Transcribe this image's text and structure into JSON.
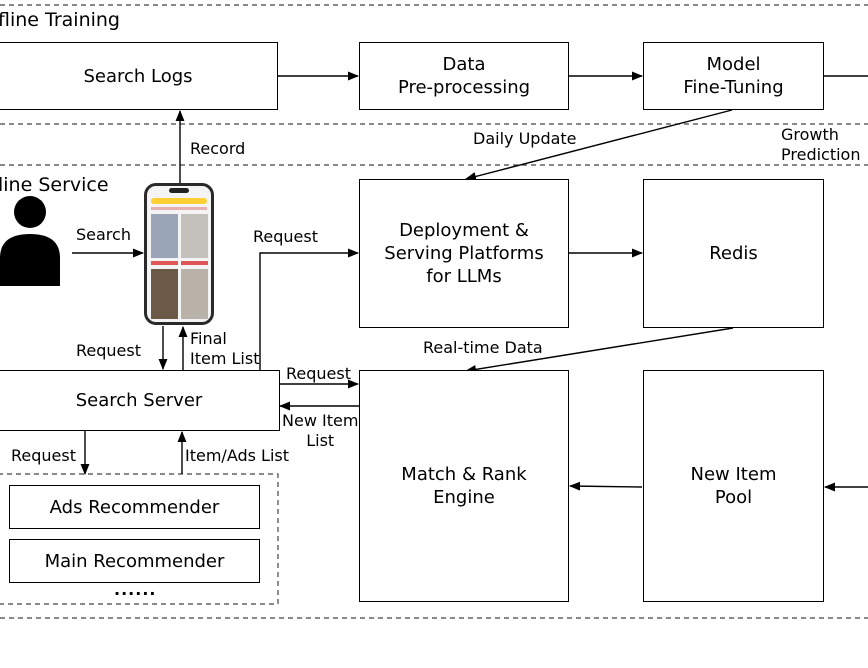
{
  "sections": {
    "offline": "fline Training",
    "online": "line Service"
  },
  "boxes": {
    "search_logs": [
      "Search Logs"
    ],
    "data_preprocessing": [
      "Data",
      "Pre-processing"
    ],
    "model_finetuning": [
      "Model",
      "Fine-Tuning"
    ],
    "deployment": [
      "Deployment &",
      "Serving Platforms",
      "for LLMs"
    ],
    "redis": [
      "Redis"
    ],
    "search_server": [
      "Search Server"
    ],
    "match_rank": [
      "Match & Rank",
      "Engine"
    ],
    "new_item_pool": [
      "New Item",
      "Pool"
    ],
    "ads_recommender": [
      "Ads Recommender"
    ],
    "main_recommender": [
      "Main Recommender"
    ]
  },
  "labels": {
    "record": "Record",
    "daily_update": "Daily Update",
    "growth_prediction": [
      "Growth",
      "Prediction"
    ],
    "search": "Search",
    "request_deploy": "Request",
    "request_phone": "Request",
    "final_item_list": [
      "Final",
      "Item List"
    ],
    "request_match": "Request",
    "new_item_list": [
      "New Item",
      "List"
    ],
    "realtime_data": "Real-time Data",
    "request_recommender": "Request",
    "item_ads_list": "Item/Ads List",
    "more": "......"
  },
  "icons": {
    "user": "user-icon",
    "phone": "smartphone-icon"
  },
  "colors": {
    "line": "#000000",
    "dashed": "#444444"
  }
}
